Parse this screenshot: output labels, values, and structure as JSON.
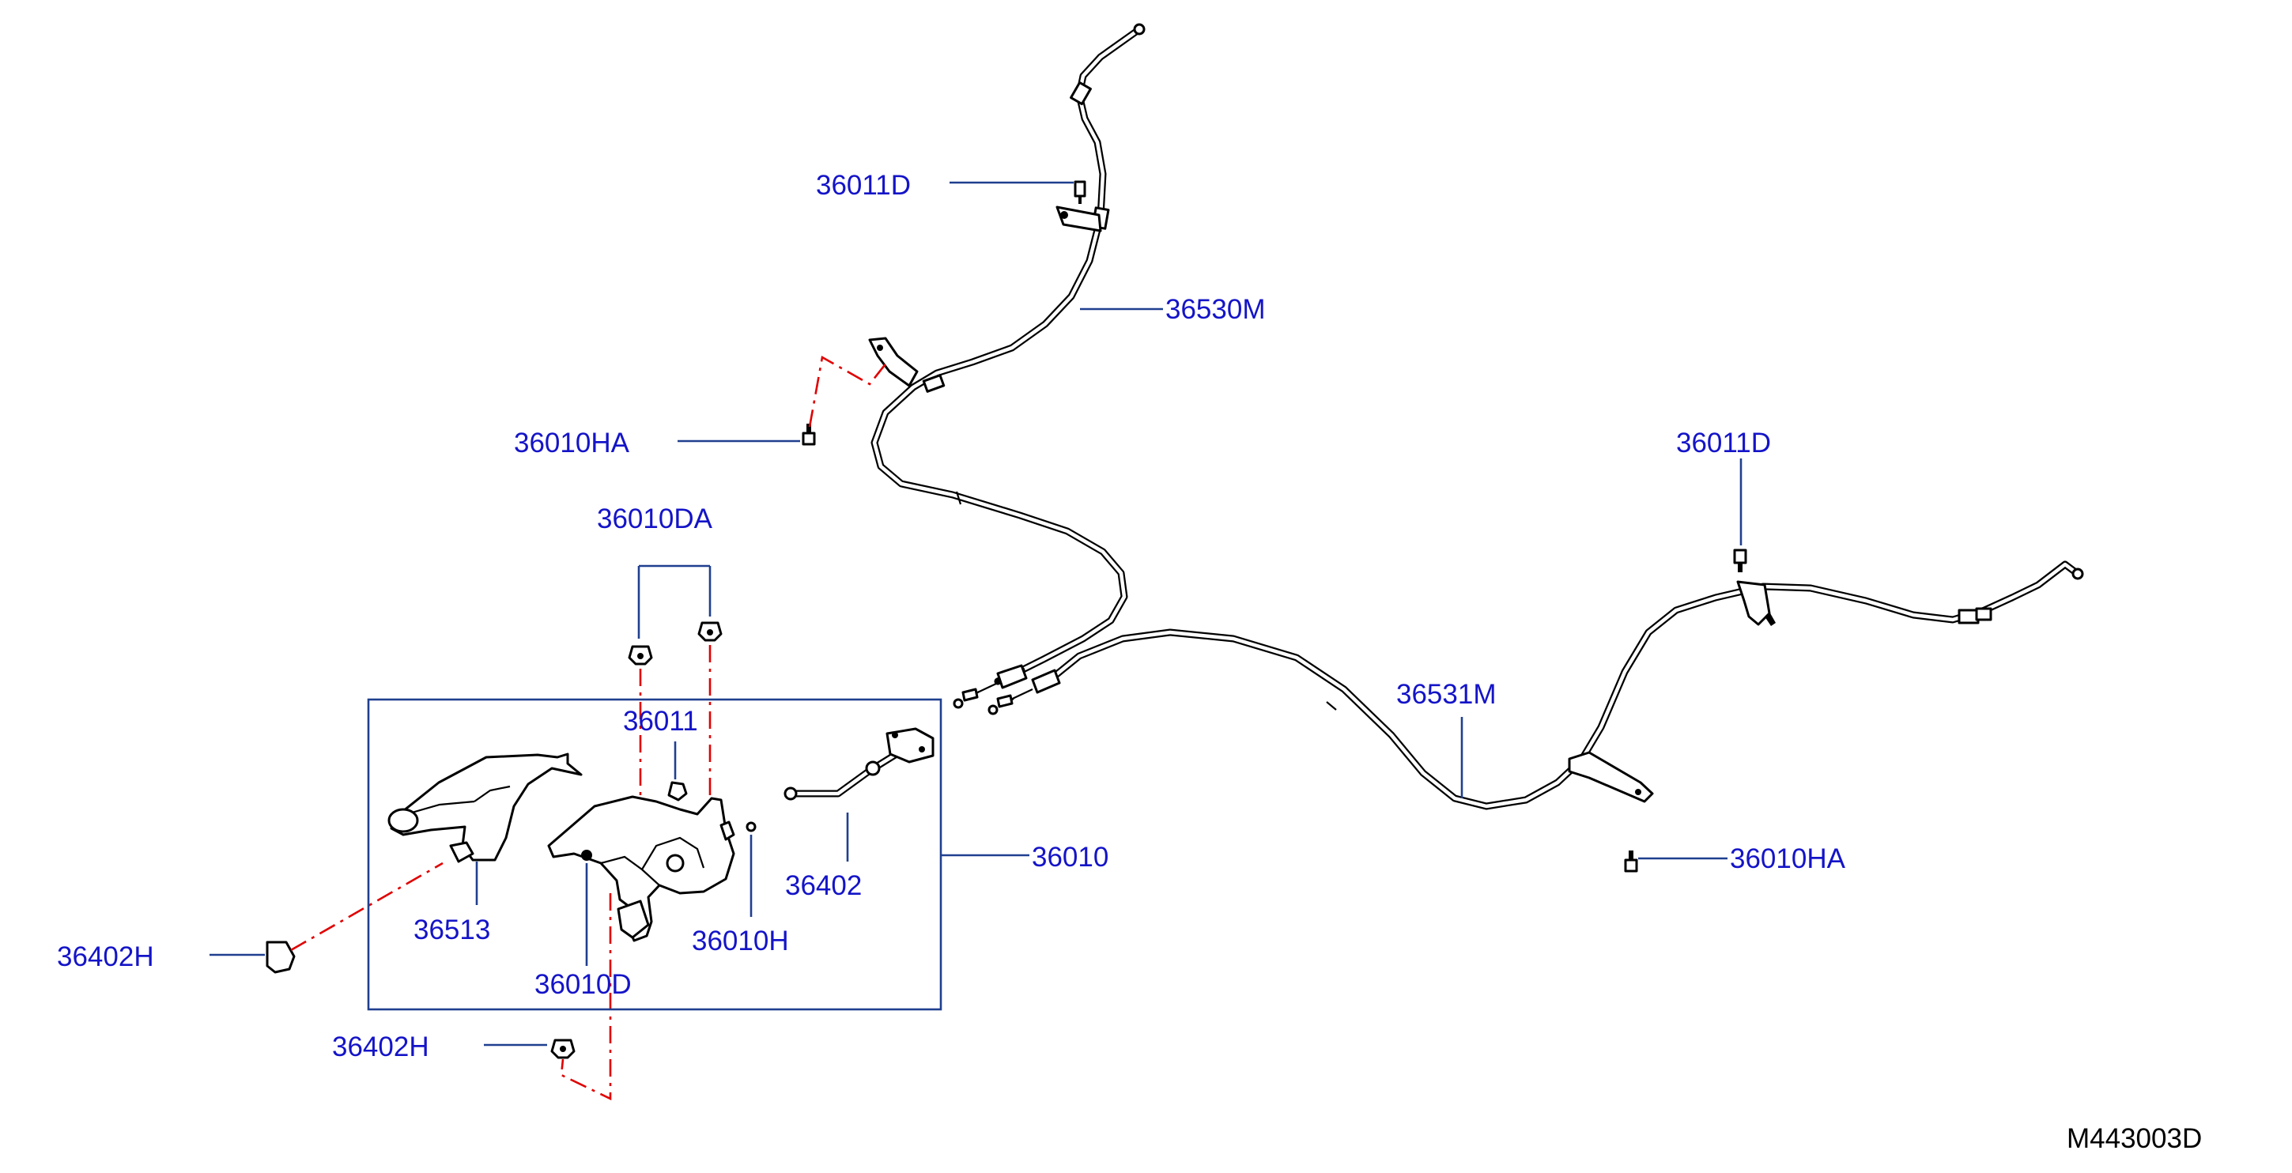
{
  "diagram": {
    "part_labels": [
      "36011D",
      "36530M",
      "36010HA",
      "36010DA",
      "36011D",
      "36011",
      "36531M",
      "36010",
      "36402",
      "36513",
      "36010H",
      "36402H",
      "36010D",
      "36010HA",
      "36402H"
    ],
    "reference_code": "M443003D"
  },
  "colors": {
    "label_text": "#1414c8",
    "leader_line": "#1f3f8f",
    "phantom_line": "#e00000",
    "linework": "#000000"
  }
}
